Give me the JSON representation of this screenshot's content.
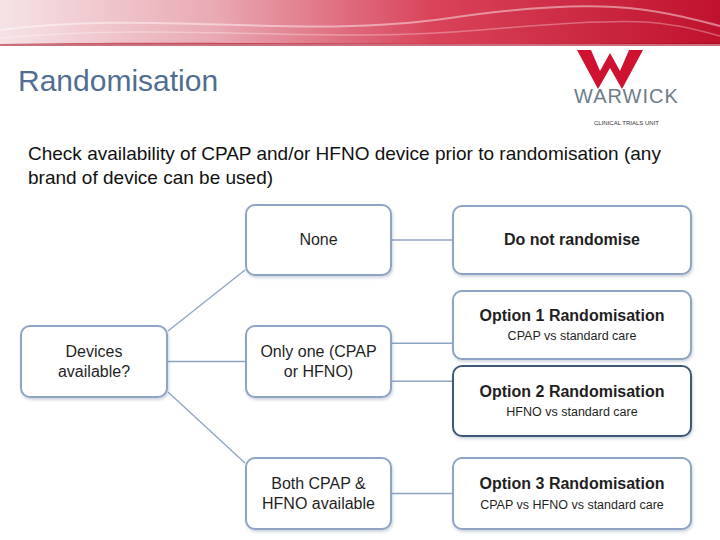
{
  "diagram": {
    "title": "Randomisation",
    "nodes": [
      {
        "text": [
          "Devices available?"
        ]
      },
      {
        "text": [
          "None"
        ]
      },
      {
        "text": [
          "Do not randomise"
        ]
      },
      {
        "text": [
          "Only one (CPAP or HFNO)"
        ]
      },
      {
        "text": [
          "Option 1 Randomisation",
          "CPAP vs standard care"
        ]
      },
      {
        "text": [
          "Option 2 Randomisation",
          "HFNO vs standard care"
        ]
      },
      {
        "text": [
          "Both CPAP & HFNO available"
        ]
      },
      {
        "text": [
          "Option 3 Randomisation",
          "CPAP vs HFNO vs standard care"
        ]
      }
    ],
    "edges": [
      {
        "from": 0,
        "to": 1,
        "arrow": "none"
      },
      {
        "from": 0,
        "to": 3,
        "arrow": "none"
      },
      {
        "from": 0,
        "to": 6,
        "arrow": "none"
      },
      {
        "from": 1,
        "to": 2,
        "arrow": "none"
      },
      {
        "from": 3,
        "to": 4,
        "arrow": "none"
      },
      {
        "from": 3,
        "to": 5,
        "arrow": "none"
      },
      {
        "from": 6,
        "to": 7,
        "arrow": "none"
      }
    ],
    "labels": [
      "Check availability of CPAP and/or HFNO device prior to randomisation (any brand of device can be used)",
      "WARWICK",
      "CLINICAL TRIALS UNIT"
    ]
  }
}
